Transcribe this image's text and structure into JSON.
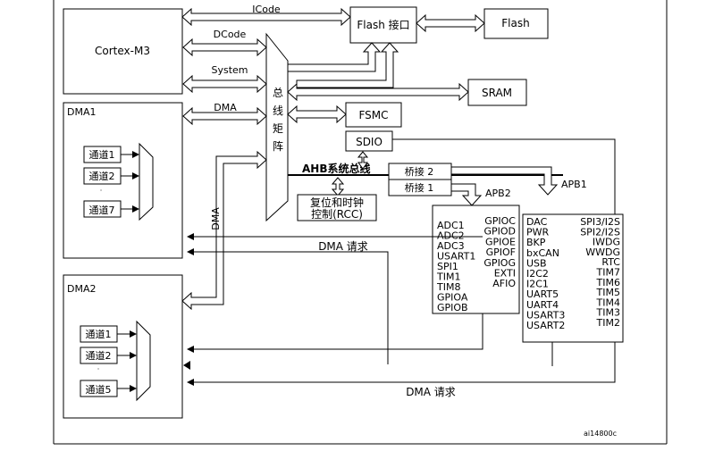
{
  "blocks": {
    "cortex": "Cortex-M3",
    "flash_if": "Flash 接口",
    "flash": "Flash",
    "sram": "SRAM",
    "fsmc": "FSMC",
    "sdio": "SDIO",
    "rcc_line1": "复位和时钟",
    "rcc_line2": "控制(RCC)",
    "dma1": "DMA1",
    "dma2": "DMA2",
    "bus_matrix": "总线矩阵",
    "bridge2": "桥接 2",
    "bridge1": "桥接 1"
  },
  "buses": {
    "icode": "ICode",
    "dcode": "DCode",
    "system": "System",
    "dma": "DMA",
    "dma_vertical": "DMA",
    "ahb": "AHB系统总线",
    "apb1": "APB1",
    "apb2": "APB2"
  },
  "dma1_channels": [
    "通道1",
    "通道2",
    "通道7"
  ],
  "dma1_dots": "·",
  "dma2_channels": [
    "通道1",
    "通道2",
    "通道5"
  ],
  "dma2_dots": "·",
  "dma_request_1": "DMA 请求",
  "dma_request_2": "DMA 请求",
  "apb2_left": [
    "ADC1",
    "ADC2",
    "ADC3",
    "USART1",
    "SPI1",
    "TIM1",
    "TIM8",
    "GPIOA",
    "GPIOB"
  ],
  "apb2_right": [
    "GPIOC",
    "GPIOD",
    "GPIOE",
    "GPIOF",
    "GPIOG",
    "EXTI",
    "AFIO"
  ],
  "apb1_left": [
    "DAC",
    "PWR",
    "BKP",
    "bxCAN",
    "USB",
    "I2C2",
    "I2C1",
    "UART5",
    "UART4",
    "USART3",
    "USART2"
  ],
  "apb1_right": [
    "SPI3/I2S",
    "SPI2/I2S",
    "IWDG",
    "WWDG",
    "RTC",
    "TIM7",
    "TIM6",
    "TIM5",
    "TIM4",
    "TIM3",
    "TIM2"
  ],
  "figure_id": "ai14800c"
}
